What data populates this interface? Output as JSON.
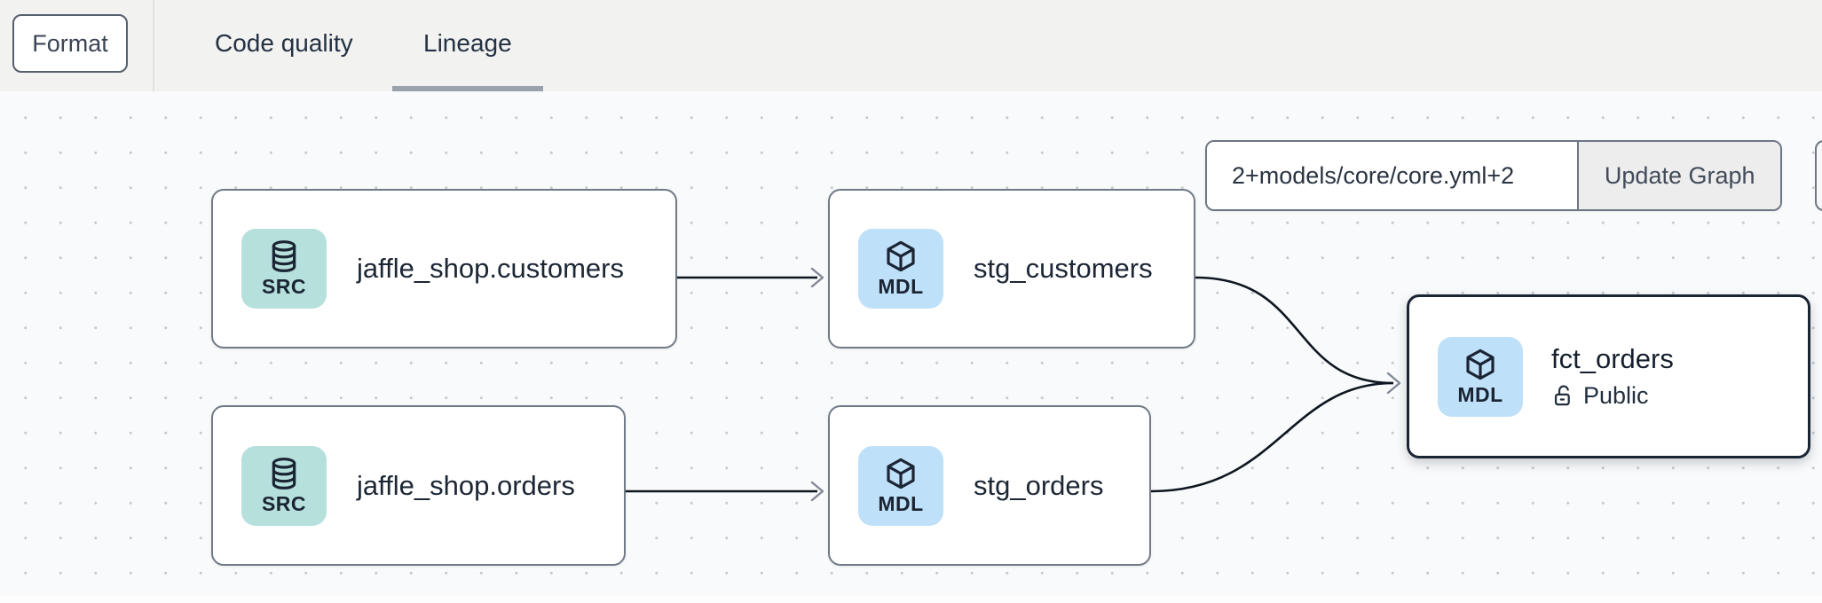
{
  "toolbar": {
    "format_label": "Format"
  },
  "tabs": [
    {
      "label": "Code quality",
      "active": false
    },
    {
      "label": "Lineage",
      "active": true
    }
  ],
  "lineage_controls": {
    "selector_value": "2+models/core/core.yml+2",
    "update_button_label": "Update Graph"
  },
  "nodes": [
    {
      "badge": "SRC",
      "icon": "database-icon",
      "label": "jaffle_shop.customers"
    },
    {
      "badge": "MDL",
      "icon": "cube-icon",
      "label": "stg_customers"
    },
    {
      "badge": "SRC",
      "icon": "database-icon",
      "label": "jaffle_shop.orders"
    },
    {
      "badge": "MDL",
      "icon": "cube-icon",
      "label": "stg_orders"
    },
    {
      "badge": "MDL",
      "icon": "cube-icon",
      "label": "fct_orders",
      "access": "Public",
      "selected": true
    }
  ],
  "edges": [
    {
      "from": "jaffle_shop.customers",
      "to": "stg_customers"
    },
    {
      "from": "jaffle_shop.orders",
      "to": "stg_orders"
    },
    {
      "from": "stg_customers",
      "to": "fct_orders"
    },
    {
      "from": "stg_orders",
      "to": "fct_orders"
    }
  ],
  "colors": {
    "topbar_bg": "#f2f2f1",
    "canvas_bg": "#f9fafb",
    "dot_grid": "#c6cbd2",
    "source_badge": "#b5e0dc",
    "model_badge": "#bee0f8",
    "node_border": "#717a87",
    "selected_node_border": "#1b2433",
    "edge": "#0e1621",
    "arrowhead": "#828996",
    "tab_underline": "#9aa2ad",
    "button_bg": "#ededee",
    "text_dark": "#1c2736"
  }
}
